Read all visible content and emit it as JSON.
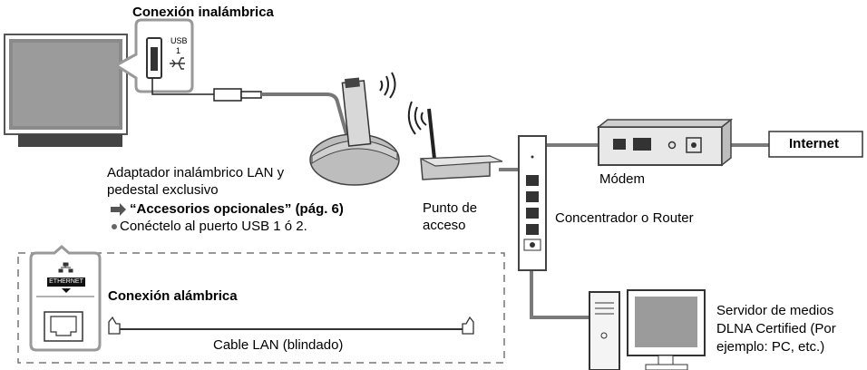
{
  "wireless": {
    "title": "Conexión inalámbrica",
    "usb_label": "USB",
    "usb_port_number": "1",
    "adapter_line1": "Adaptador inalámbrico LAN y",
    "adapter_line2": "pedestal exclusivo",
    "accessories_ref": "“Accesorios opcionales” (pág. 6)",
    "usb_note": "Conéctelo al puerto USB 1 ó 2."
  },
  "access_point": {
    "line1": "Punto de",
    "line2": "acceso"
  },
  "hub": {
    "label": "Concentrador o Router"
  },
  "modem": {
    "label": "Módem"
  },
  "internet": {
    "label": "Internet"
  },
  "wired": {
    "title": "Conexión alámbrica",
    "ethernet_label": "ETHERNET",
    "cable_label": "Cable LAN (blindado)"
  },
  "server": {
    "line1": "Servidor de medios",
    "line2": "DLNA Certified (Por",
    "line3": "ejemplo: PC, etc.)"
  }
}
